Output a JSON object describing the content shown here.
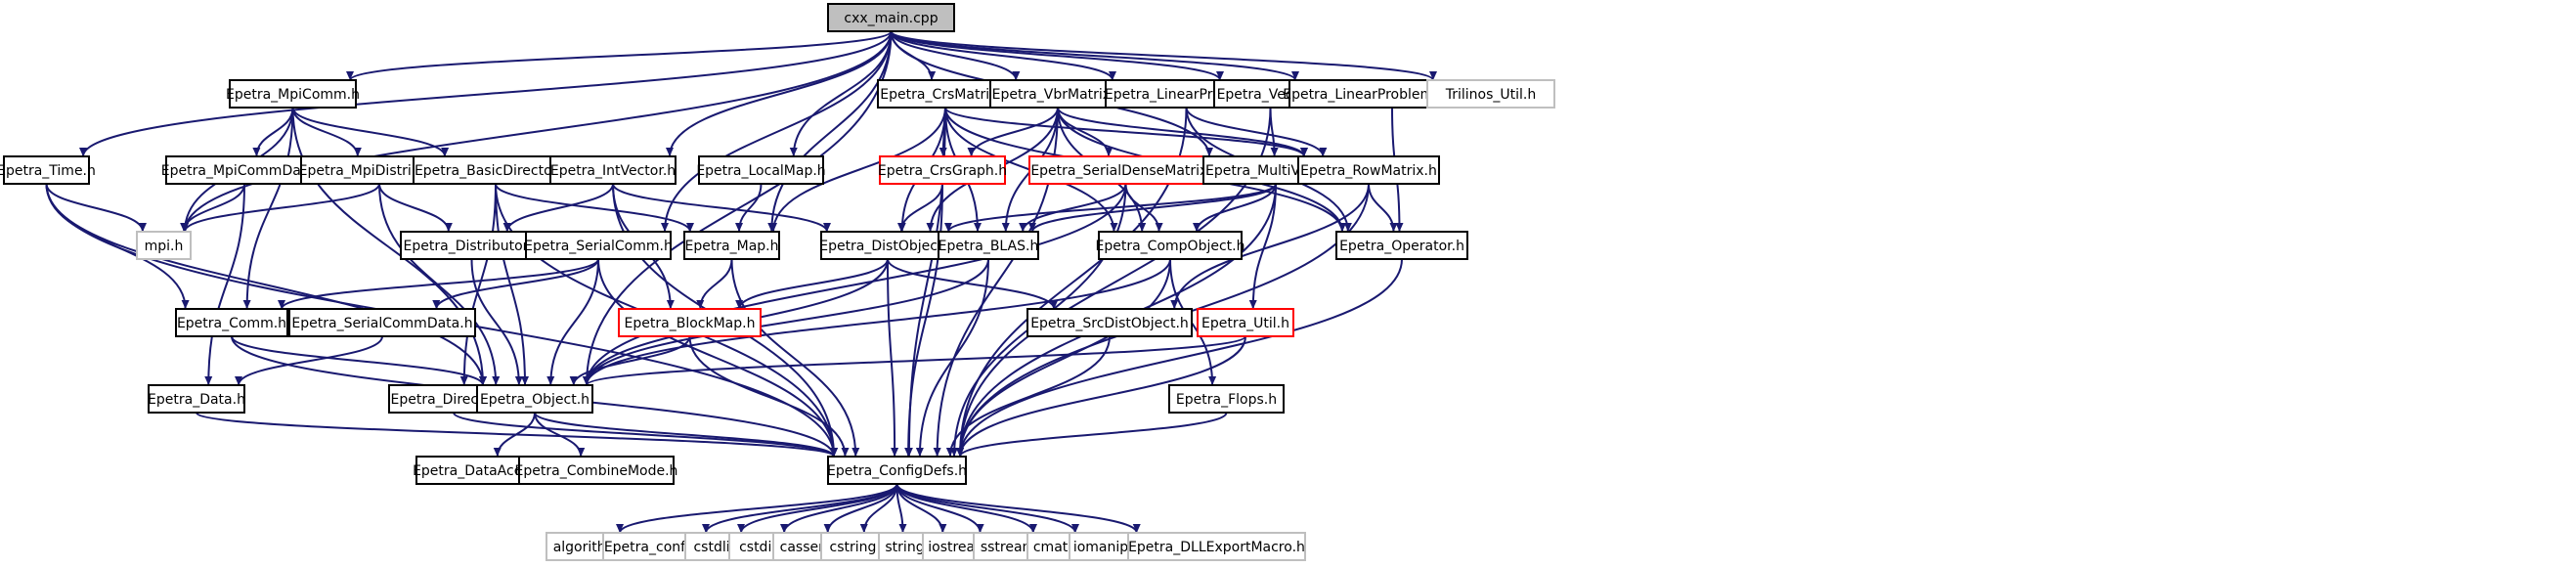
{
  "colors": {
    "edge": "#191970",
    "node_border_normal": "#000000",
    "node_border_truncated": "#ff0000",
    "node_border_external": "#bfbfbf",
    "node_fill_root": "#bfbfbf",
    "node_fill": "#ffffff",
    "text_external": "#555555"
  },
  "nodes": [
    {
      "id": "cxx_main",
      "label": "cxx_main.cpp",
      "style": "root"
    },
    {
      "id": "Epetra_Time",
      "label": "Epetra_Time.h",
      "style": "normal"
    },
    {
      "id": "mpi",
      "label": "mpi.h",
      "style": "external"
    },
    {
      "id": "Epetra_MpiComm",
      "label": "Epetra_MpiComm.h",
      "style": "normal"
    },
    {
      "id": "Epetra_MpiCommData",
      "label": "Epetra_MpiCommData.h",
      "style": "normal"
    },
    {
      "id": "Epetra_MpiDistributor",
      "label": "Epetra_MpiDistributor.h",
      "style": "normal"
    },
    {
      "id": "Epetra_BasicDirectory",
      "label": "Epetra_BasicDirectory.h",
      "style": "normal"
    },
    {
      "id": "Epetra_Distributor",
      "label": "Epetra_Distributor.h",
      "style": "normal"
    },
    {
      "id": "Epetra_Comm",
      "label": "Epetra_Comm.h",
      "style": "normal"
    },
    {
      "id": "Epetra_SerialCommData",
      "label": "Epetra_SerialCommData.h",
      "style": "normal"
    },
    {
      "id": "Epetra_Data",
      "label": "Epetra_Data.h",
      "style": "normal"
    },
    {
      "id": "Epetra_SerialComm",
      "label": "Epetra_SerialComm.h",
      "style": "normal"
    },
    {
      "id": "Epetra_IntVector",
      "label": "Epetra_IntVector.h",
      "style": "normal"
    },
    {
      "id": "Epetra_LocalMap",
      "label": "Epetra_LocalMap.h",
      "style": "normal"
    },
    {
      "id": "Epetra_Map",
      "label": "Epetra_Map.h",
      "style": "normal"
    },
    {
      "id": "Epetra_BlockMap",
      "label": "Epetra_BlockMap.h",
      "style": "truncated"
    },
    {
      "id": "Epetra_Directory",
      "label": "Epetra_Directory.h",
      "style": "normal"
    },
    {
      "id": "Epetra_Object",
      "label": "Epetra_Object.h",
      "style": "normal"
    },
    {
      "id": "Epetra_DataAccess",
      "label": "Epetra_DataAccess.h",
      "style": "normal"
    },
    {
      "id": "Epetra_CombineMode",
      "label": "Epetra_CombineMode.h",
      "style": "normal"
    },
    {
      "id": "Epetra_CrsMatrix",
      "label": "Epetra_CrsMatrix.h",
      "style": "normal"
    },
    {
      "id": "Epetra_CrsGraph",
      "label": "Epetra_CrsGraph.h",
      "style": "truncated"
    },
    {
      "id": "Epetra_DistObject",
      "label": "Epetra_DistObject.h",
      "style": "normal"
    },
    {
      "id": "Epetra_VbrMatrix",
      "label": "Epetra_VbrMatrix.h",
      "style": "normal"
    },
    {
      "id": "Epetra_SerialDenseMatrix",
      "label": "Epetra_SerialDenseMatrix.h",
      "style": "truncated"
    },
    {
      "id": "Epetra_BLAS",
      "label": "Epetra_BLAS.h",
      "style": "normal"
    },
    {
      "id": "Epetra_ConfigDefs",
      "label": "Epetra_ConfigDefs.h",
      "style": "normal"
    },
    {
      "id": "Epetra_LinearProblem",
      "label": "Epetra_LinearProblem.h",
      "style": "normal"
    },
    {
      "id": "Epetra_Vector",
      "label": "Epetra_Vector.h",
      "style": "normal"
    },
    {
      "id": "Epetra_LinearProblemRedistor",
      "label": "Epetra_LinearProblemRedistor.h",
      "style": "normal"
    },
    {
      "id": "Trilinos_Util",
      "label": "Trilinos_Util.h",
      "style": "external"
    },
    {
      "id": "Epetra_MultiVector",
      "label": "Epetra_MultiVector.h",
      "style": "normal"
    },
    {
      "id": "Epetra_RowMatrix",
      "label": "Epetra_RowMatrix.h",
      "style": "normal"
    },
    {
      "id": "Epetra_CompObject",
      "label": "Epetra_CompObject.h",
      "style": "normal"
    },
    {
      "id": "Epetra_Operator",
      "label": "Epetra_Operator.h",
      "style": "normal"
    },
    {
      "id": "Epetra_SrcDistObject",
      "label": "Epetra_SrcDistObject.h",
      "style": "normal"
    },
    {
      "id": "Epetra_Util",
      "label": "Epetra_Util.h",
      "style": "truncated"
    },
    {
      "id": "Epetra_Flops",
      "label": "Epetra_Flops.h",
      "style": "normal"
    },
    {
      "id": "algorithm",
      "label": "algorithm",
      "style": "external"
    },
    {
      "id": "Epetra_config",
      "label": "Epetra_config.h",
      "style": "external"
    },
    {
      "id": "cstdlib",
      "label": "cstdlib",
      "style": "external"
    },
    {
      "id": "cstdio",
      "label": "cstdio",
      "style": "external"
    },
    {
      "id": "cassert",
      "label": "cassert",
      "style": "external"
    },
    {
      "id": "cstring",
      "label": "cstring",
      "style": "external"
    },
    {
      "id": "string",
      "label": "string",
      "style": "external"
    },
    {
      "id": "iostream",
      "label": "iostream",
      "style": "external"
    },
    {
      "id": "sstream",
      "label": "sstream",
      "style": "external"
    },
    {
      "id": "cmath",
      "label": "cmath",
      "style": "external"
    },
    {
      "id": "iomanip",
      "label": "iomanip",
      "style": "external"
    },
    {
      "id": "Epetra_DLLExportMacro",
      "label": "Epetra_DLLExportMacro.h",
      "style": "external"
    }
  ],
  "edges": [
    [
      "cxx_main",
      "Epetra_Time"
    ],
    [
      "cxx_main",
      "mpi"
    ],
    [
      "cxx_main",
      "Epetra_MpiComm"
    ],
    [
      "cxx_main",
      "Epetra_SerialComm"
    ],
    [
      "cxx_main",
      "Epetra_IntVector"
    ],
    [
      "cxx_main",
      "Epetra_Map"
    ],
    [
      "cxx_main",
      "Epetra_LocalMap"
    ],
    [
      "cxx_main",
      "Epetra_CrsMatrix"
    ],
    [
      "cxx_main",
      "Epetra_VbrMatrix"
    ],
    [
      "cxx_main",
      "Epetra_LinearProblem"
    ],
    [
      "cxx_main",
      "Epetra_Vector"
    ],
    [
      "cxx_main",
      "Epetra_LinearProblemRedistor"
    ],
    [
      "cxx_main",
      "Trilinos_Util"
    ],
    [
      "cxx_main",
      "Epetra_Object"
    ],
    [
      "cxx_main",
      "Epetra_MultiVector"
    ],
    [
      "Epetra_Time",
      "mpi"
    ],
    [
      "Epetra_Time",
      "Epetra_Comm"
    ],
    [
      "Epetra_Time",
      "Epetra_Object"
    ],
    [
      "Epetra_Time",
      "Epetra_ConfigDefs"
    ],
    [
      "Epetra_MpiComm",
      "mpi"
    ],
    [
      "Epetra_MpiComm",
      "Epetra_MpiCommData"
    ],
    [
      "Epetra_MpiComm",
      "Epetra_MpiDistributor"
    ],
    [
      "Epetra_MpiComm",
      "Epetra_BasicDirectory"
    ],
    [
      "Epetra_MpiComm",
      "Epetra_Comm"
    ],
    [
      "Epetra_MpiComm",
      "Epetra_Object"
    ],
    [
      "Epetra_MpiCommData",
      "mpi"
    ],
    [
      "Epetra_MpiCommData",
      "Epetra_Data"
    ],
    [
      "Epetra_MpiDistributor",
      "mpi"
    ],
    [
      "Epetra_MpiDistributor",
      "Epetra_Distributor"
    ],
    [
      "Epetra_MpiDistributor",
      "Epetra_Object"
    ],
    [
      "Epetra_BasicDirectory",
      "Epetra_Directory"
    ],
    [
      "Epetra_BasicDirectory",
      "Epetra_Map"
    ],
    [
      "Epetra_BasicDirectory",
      "Epetra_Object"
    ],
    [
      "Epetra_BasicDirectory",
      "Epetra_ConfigDefs"
    ],
    [
      "Epetra_Distributor",
      "Epetra_Object"
    ],
    [
      "Epetra_Comm",
      "Epetra_Object"
    ],
    [
      "Epetra_Comm",
      "Epetra_ConfigDefs"
    ],
    [
      "Epetra_SerialCommData",
      "Epetra_Data"
    ],
    [
      "Epetra_Data",
      "Epetra_ConfigDefs"
    ],
    [
      "Epetra_SerialComm",
      "Epetra_Comm"
    ],
    [
      "Epetra_SerialComm",
      "Epetra_SerialCommData"
    ],
    [
      "Epetra_SerialComm",
      "Epetra_Object"
    ],
    [
      "Epetra_SerialComm",
      "Epetra_ConfigDefs"
    ],
    [
      "Epetra_IntVector",
      "Epetra_Distributor"
    ],
    [
      "Epetra_IntVector",
      "Epetra_DistObject"
    ],
    [
      "Epetra_IntVector",
      "Epetra_BlockMap"
    ],
    [
      "Epetra_IntVector",
      "Epetra_ConfigDefs"
    ],
    [
      "Epetra_LocalMap",
      "Epetra_Map"
    ],
    [
      "Epetra_Map",
      "Epetra_BlockMap"
    ],
    [
      "Epetra_Map",
      "Epetra_ConfigDefs"
    ],
    [
      "Epetra_BlockMap",
      "Epetra_Object"
    ],
    [
      "Epetra_BlockMap",
      "Epetra_ConfigDefs"
    ],
    [
      "Epetra_Directory",
      "Epetra_ConfigDefs"
    ],
    [
      "Epetra_Object",
      "Epetra_DataAccess"
    ],
    [
      "Epetra_Object",
      "Epetra_CombineMode"
    ],
    [
      "Epetra_Object",
      "Epetra_ConfigDefs"
    ],
    [
      "Epetra_CrsMatrix",
      "Epetra_Map"
    ],
    [
      "Epetra_CrsMatrix",
      "Epetra_CrsGraph"
    ],
    [
      "Epetra_CrsMatrix",
      "Epetra_DistObject"
    ],
    [
      "Epetra_CrsMatrix",
      "Epetra_BLAS"
    ],
    [
      "Epetra_CrsMatrix",
      "Epetra_CompObject"
    ],
    [
      "Epetra_CrsMatrix",
      "Epetra_RowMatrix"
    ],
    [
      "Epetra_CrsMatrix",
      "Epetra_Operator"
    ],
    [
      "Epetra_CrsMatrix",
      "Epetra_ConfigDefs"
    ],
    [
      "Epetra_CrsGraph",
      "Epetra_DistObject"
    ],
    [
      "Epetra_CrsGraph",
      "Epetra_ConfigDefs"
    ],
    [
      "Epetra_DistObject",
      "Epetra_BlockMap"
    ],
    [
      "Epetra_DistObject",
      "Epetra_Object"
    ],
    [
      "Epetra_DistObject",
      "Epetra_SrcDistObject"
    ],
    [
      "Epetra_DistObject",
      "Epetra_ConfigDefs"
    ],
    [
      "Epetra_VbrMatrix",
      "Epetra_CrsGraph"
    ],
    [
      "Epetra_VbrMatrix",
      "Epetra_SerialDenseMatrix"
    ],
    [
      "Epetra_VbrMatrix",
      "Epetra_DistObject"
    ],
    [
      "Epetra_VbrMatrix",
      "Epetra_BLAS"
    ],
    [
      "Epetra_VbrMatrix",
      "Epetra_CompObject"
    ],
    [
      "Epetra_VbrMatrix",
      "Epetra_RowMatrix"
    ],
    [
      "Epetra_VbrMatrix",
      "Epetra_Operator"
    ],
    [
      "Epetra_VbrMatrix",
      "Epetra_ConfigDefs"
    ],
    [
      "Epetra_SerialDenseMatrix",
      "Epetra_BLAS"
    ],
    [
      "Epetra_SerialDenseMatrix",
      "Epetra_CompObject"
    ],
    [
      "Epetra_SerialDenseMatrix",
      "Epetra_Object"
    ],
    [
      "Epetra_SerialDenseMatrix",
      "Epetra_ConfigDefs"
    ],
    [
      "Epetra_BLAS",
      "Epetra_Object"
    ],
    [
      "Epetra_BLAS",
      "Epetra_ConfigDefs"
    ],
    [
      "Epetra_LinearProblem",
      "Epetra_RowMatrix"
    ],
    [
      "Epetra_LinearProblem",
      "Epetra_Operator"
    ],
    [
      "Epetra_LinearProblem",
      "Epetra_ConfigDefs"
    ],
    [
      "Epetra_Vector",
      "Epetra_MultiVector"
    ],
    [
      "Epetra_Vector",
      "Epetra_ConfigDefs"
    ],
    [
      "Epetra_LinearProblemRedistor",
      "Epetra_Operator"
    ],
    [
      "Epetra_MultiVector",
      "Epetra_DistObject"
    ],
    [
      "Epetra_MultiVector",
      "Epetra_BLAS"
    ],
    [
      "Epetra_MultiVector",
      "Epetra_CompObject"
    ],
    [
      "Epetra_MultiVector",
      "Epetra_Util"
    ],
    [
      "Epetra_MultiVector",
      "Epetra_ConfigDefs"
    ],
    [
      "Epetra_RowMatrix",
      "Epetra_Operator"
    ],
    [
      "Epetra_RowMatrix",
      "Epetra_SrcDistObject"
    ],
    [
      "Epetra_RowMatrix",
      "Epetra_ConfigDefs"
    ],
    [
      "Epetra_CompObject",
      "Epetra_Object"
    ],
    [
      "Epetra_CompObject",
      "Epetra_Flops"
    ],
    [
      "Epetra_CompObject",
      "Epetra_ConfigDefs"
    ],
    [
      "Epetra_Operator",
      "Epetra_ConfigDefs"
    ],
    [
      "Epetra_SrcDistObject",
      "Epetra_ConfigDefs"
    ],
    [
      "Epetra_Util",
      "Epetra_Object"
    ],
    [
      "Epetra_Util",
      "Epetra_ConfigDefs"
    ],
    [
      "Epetra_Flops",
      "Epetra_ConfigDefs"
    ],
    [
      "Epetra_ConfigDefs",
      "algorithm"
    ],
    [
      "Epetra_ConfigDefs",
      "Epetra_config"
    ],
    [
      "Epetra_ConfigDefs",
      "cstdlib"
    ],
    [
      "Epetra_ConfigDefs",
      "cstdio"
    ],
    [
      "Epetra_ConfigDefs",
      "cassert"
    ],
    [
      "Epetra_ConfigDefs",
      "cstring"
    ],
    [
      "Epetra_ConfigDefs",
      "string"
    ],
    [
      "Epetra_ConfigDefs",
      "iostream"
    ],
    [
      "Epetra_ConfigDefs",
      "sstream"
    ],
    [
      "Epetra_ConfigDefs",
      "cmath"
    ],
    [
      "Epetra_ConfigDefs",
      "iomanip"
    ],
    [
      "Epetra_ConfigDefs",
      "Epetra_DLLExportMacro"
    ]
  ]
}
